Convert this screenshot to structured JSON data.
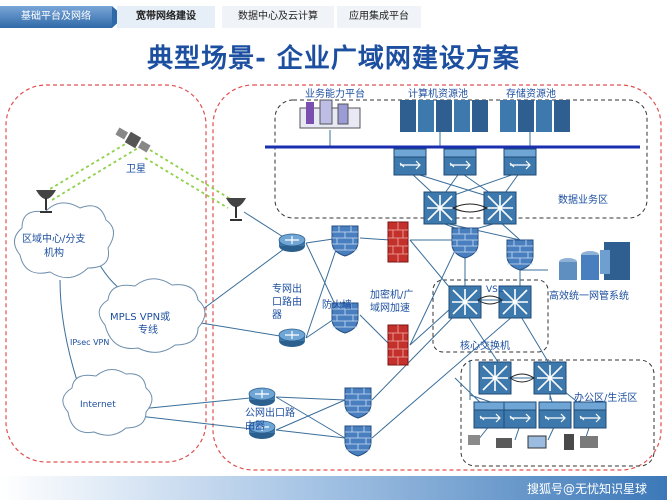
{
  "tabs": [
    {
      "label": "基础平台及网络"
    },
    {
      "label": "宽带网络建设"
    },
    {
      "label": "数据中心及云计算"
    },
    {
      "label": "应用集成平台"
    }
  ],
  "title": "典型场景- 企业广域网建设方案",
  "labels": {
    "satellite": "卫星",
    "branch_line1": "区域中心/分支",
    "branch_line2": "机构",
    "mpls_line1": "MPLS VPN或",
    "mpls_line2": "专线",
    "ipsec": "IPsec VPN",
    "internet": "Internet",
    "service_platform": "业务能力平台",
    "compute_pool": "计算机资源池",
    "storage_pool": "存储资源池",
    "data_zone": "数据业务区",
    "wan_router_line1": "专网出",
    "wan_router_line2": "口路由",
    "wan_router_line3": "器",
    "firewall": "防火墙",
    "encryptor_line1": "加密机/广",
    "encryptor_line2": "域网加速",
    "vsc": "VSC",
    "core_switch": "核心交换机",
    "netmgmt": "高效统一网管系统",
    "public_router_line1": "公网出口路",
    "public_router_line2": "由器",
    "office_zone": "办公区/生活区"
  },
  "watermark": "搜狐号@无忧知识星球",
  "colors": {
    "title": "#1d4fa0",
    "dashed_zone": "#e05050",
    "link_blue": "#3a6e9a",
    "satellite_link": "#8fd14a",
    "bus": "#1a2fb0"
  }
}
